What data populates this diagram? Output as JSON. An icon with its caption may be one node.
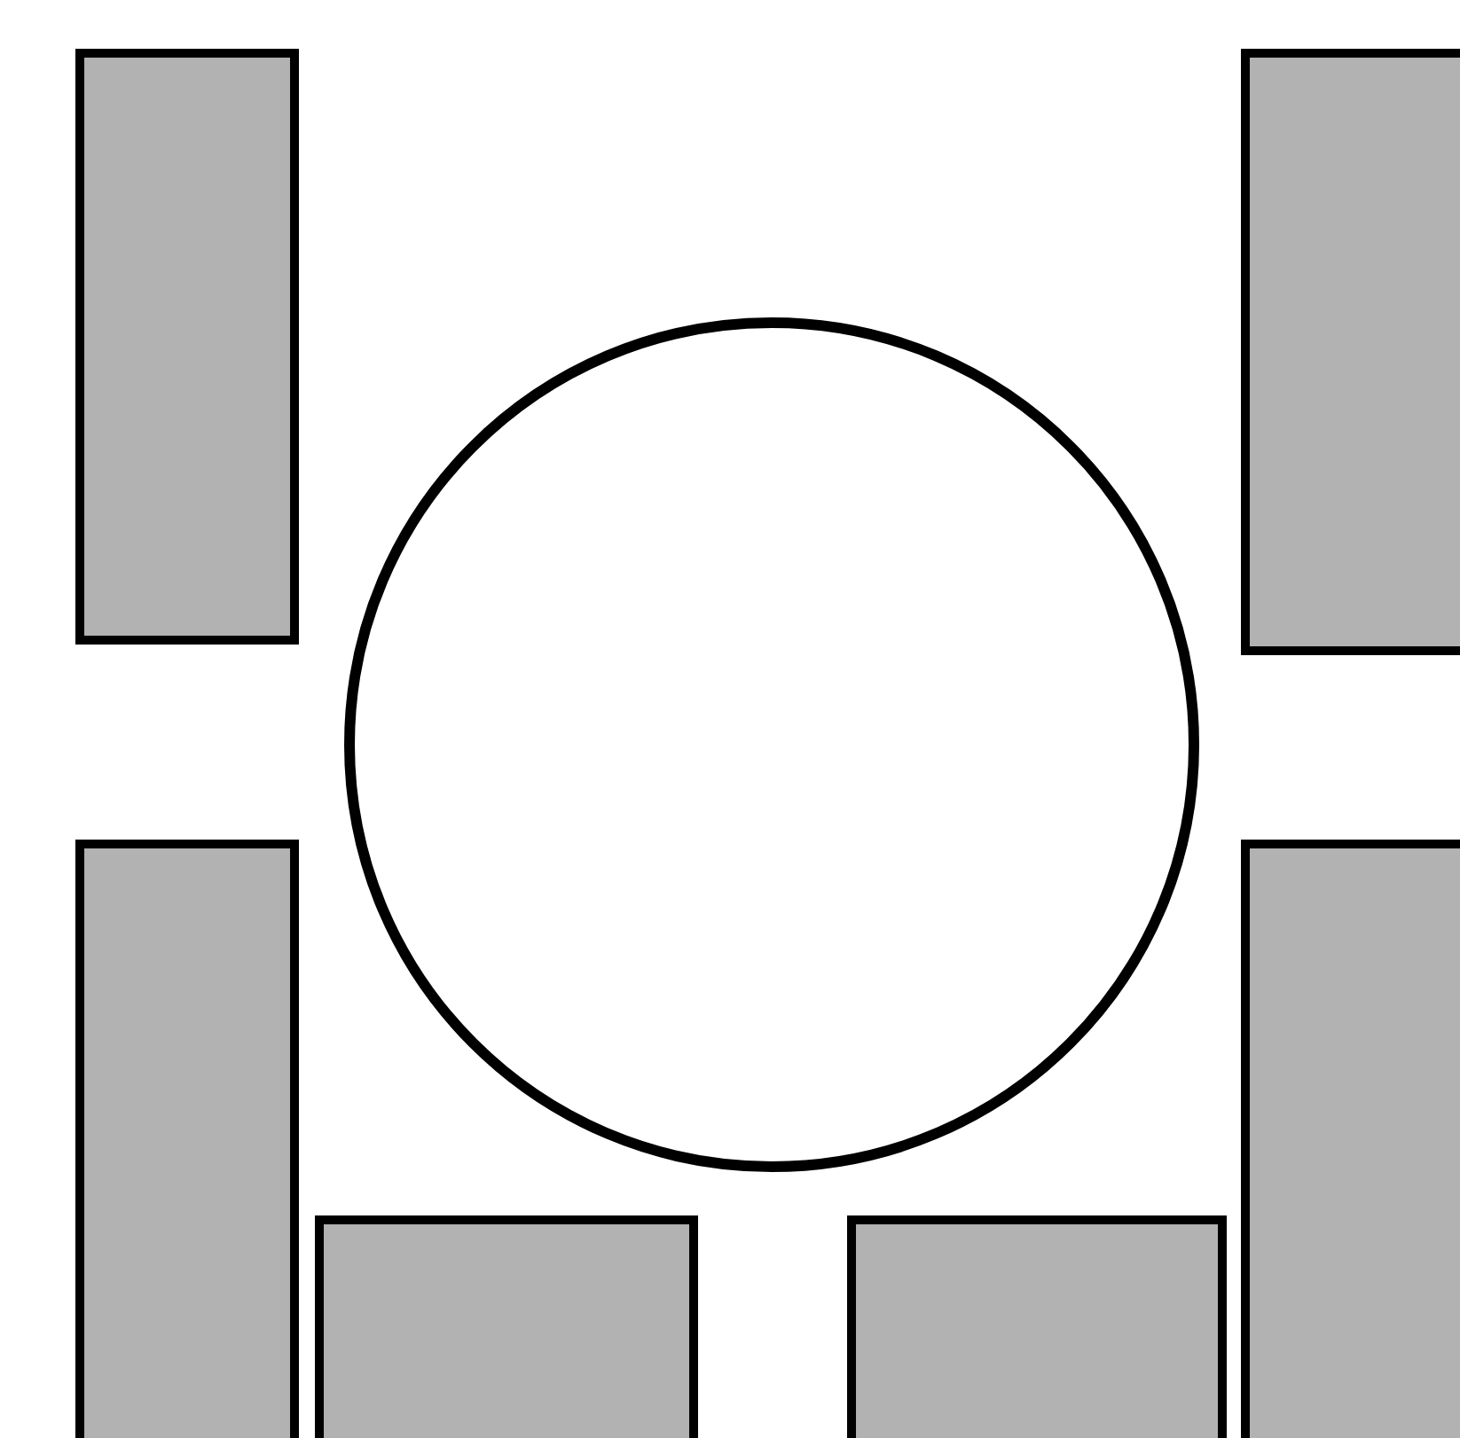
{
  "diagram": {
    "nodes": [
      {
        "text": [],
        "shape": "box"
      },
      {
        "text": [],
        "shape": "box"
      },
      {
        "text": [],
        "shape": "circle"
      },
      {
        "text": [],
        "shape": "box"
      },
      {
        "text": [],
        "shape": "box"
      },
      {
        "text": [],
        "shape": "box"
      },
      {
        "text": [],
        "shape": "box"
      }
    ]
  }
}
